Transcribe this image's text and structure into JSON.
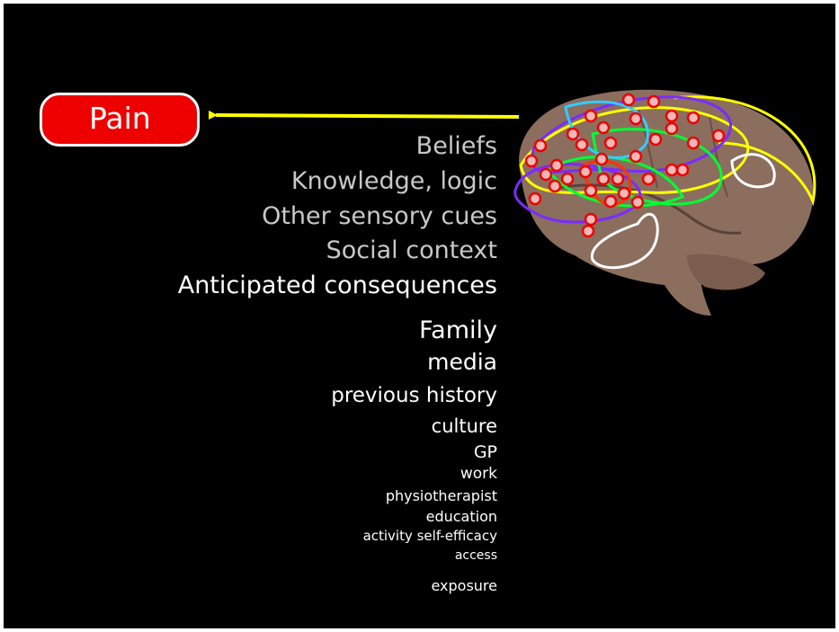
{
  "pain_label": "Pain",
  "colors": {
    "background": "#000000",
    "pain_fill": "#ee0000",
    "arrow": "#ffff00",
    "brain": "#8b6e5e",
    "node_fill": "#f2b8b8",
    "node_ring": "#ee0000"
  },
  "brain_factors": [
    "Beliefs",
    "Knowledge, logic",
    "Other sensory cues",
    "Social context",
    "Anticipated consequences"
  ],
  "influences": [
    "Family",
    "media",
    "previous history",
    "culture",
    "GP",
    "work",
    "physiotherapist",
    "education",
    "activity self-efficacy",
    "access",
    "exposure"
  ]
}
